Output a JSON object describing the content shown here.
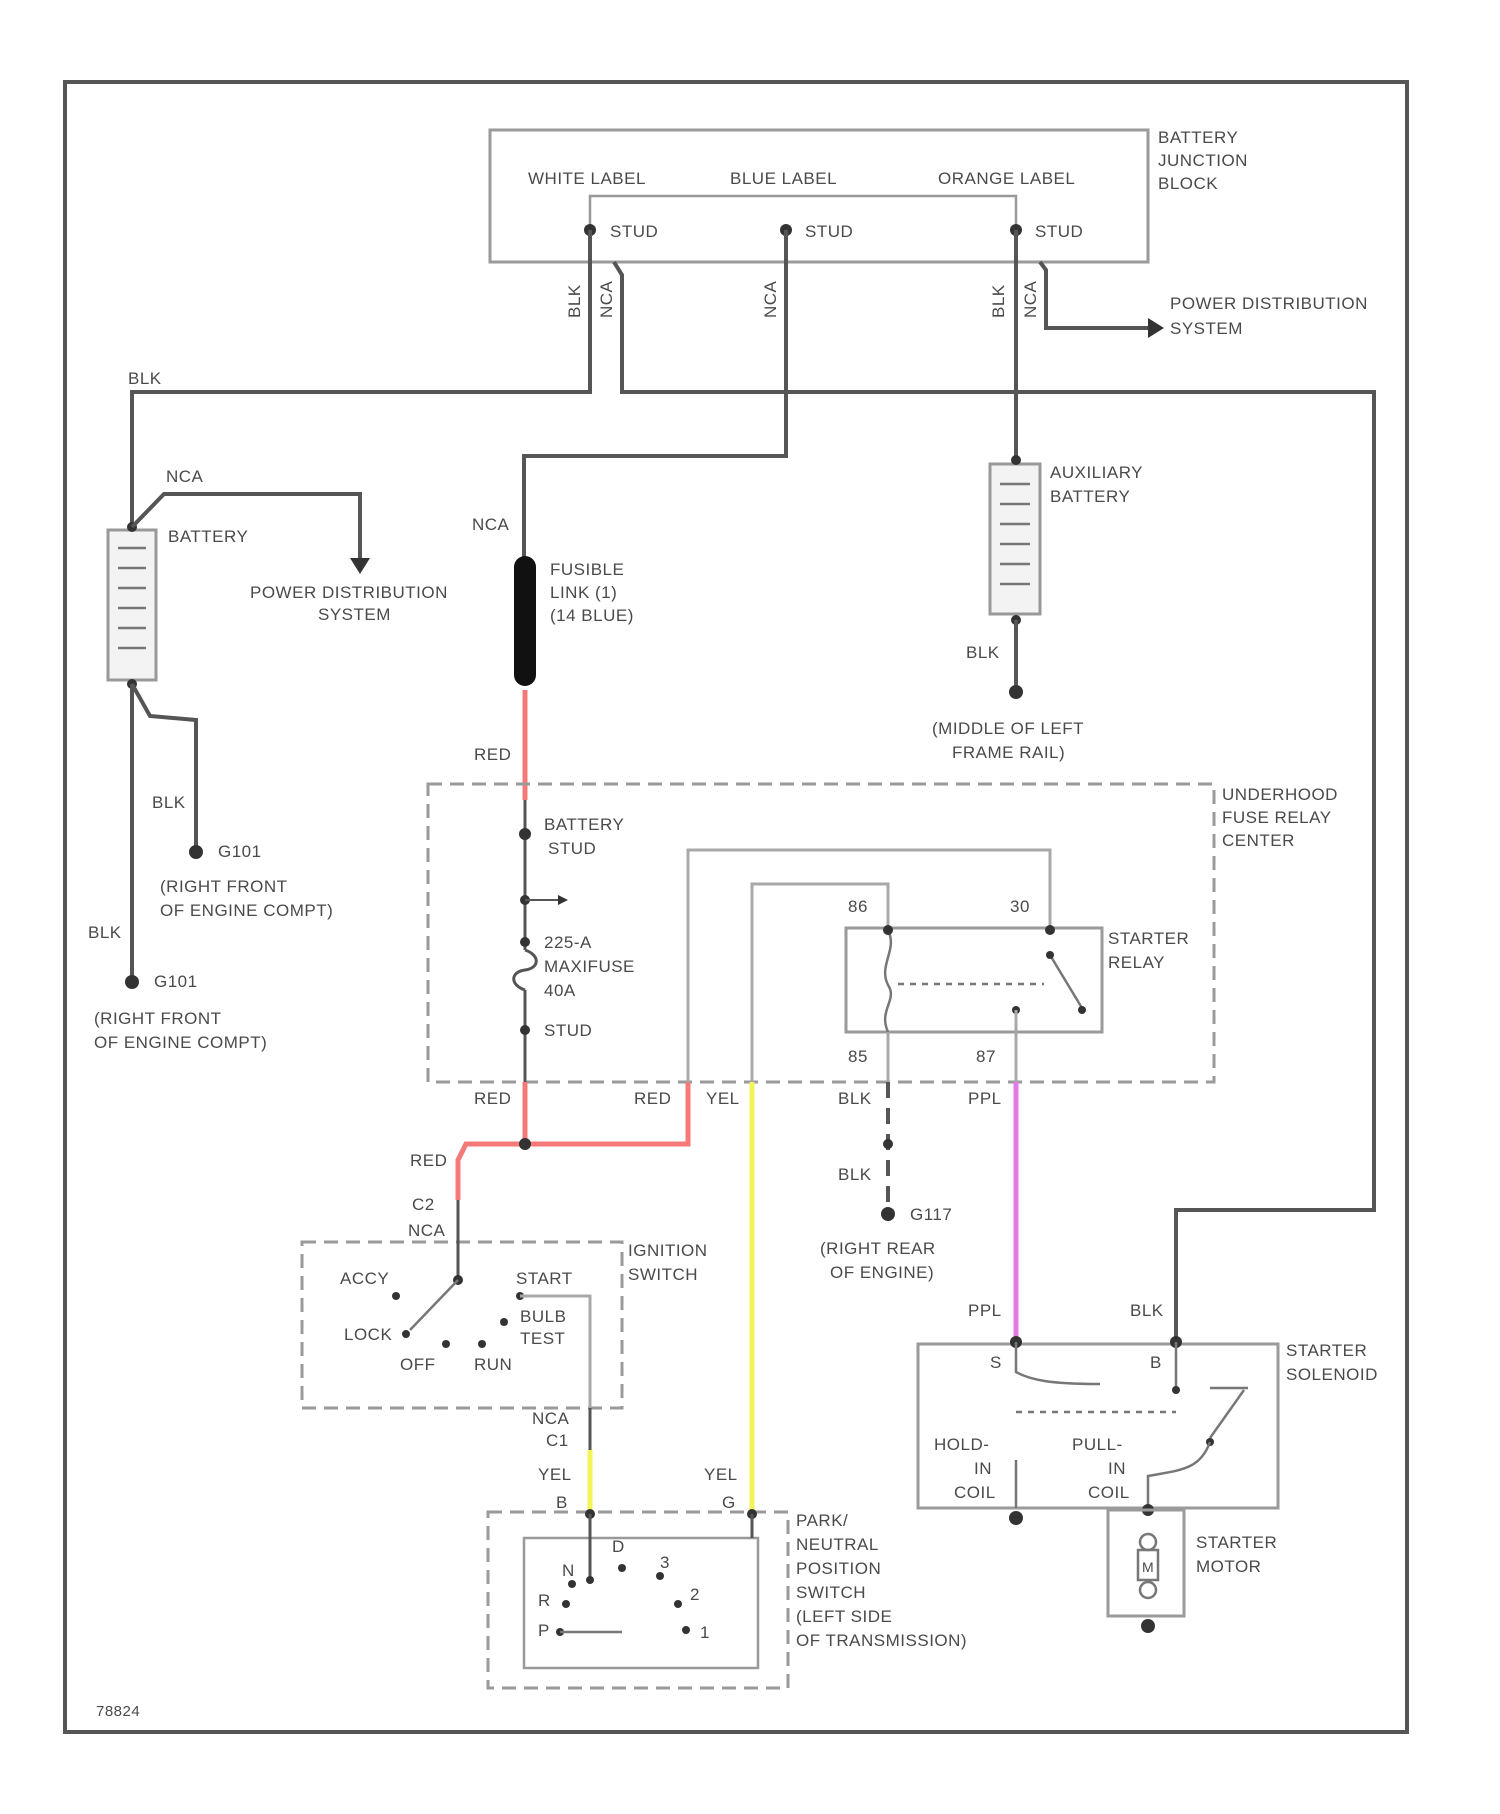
{
  "battery_junction_block": {
    "title": [
      "BATTERY",
      "JUNCTION",
      "BLOCK"
    ],
    "white_label": "WHITE LABEL",
    "blue_label": "BLUE LABEL",
    "orange_label": "ORANGE LABEL",
    "stud": "STUD"
  },
  "power_distribution_top": [
    "POWER DISTRIBUTION",
    "SYSTEM"
  ],
  "wires": {
    "blk": "BLK",
    "nca": "NCA",
    "red": "RED",
    "yel": "YEL",
    "ppl": "PPL"
  },
  "battery": {
    "label": "BATTERY",
    "power_distribution": [
      "POWER DISTRIBUTION",
      "SYSTEM"
    ]
  },
  "fusible_link": [
    "FUSIBLE",
    "LINK (1)",
    "(14 BLUE)"
  ],
  "auxiliary_battery": [
    "AUXILIARY",
    "BATTERY"
  ],
  "ground_left_frame": [
    "(MIDDLE OF LEFT",
    "FRAME RAIL)"
  ],
  "ground_g101": {
    "id": "G101",
    "location": [
      "(RIGHT FRONT",
      "OF ENGINE COMPT)"
    ]
  },
  "ground_g101b": {
    "id": "G101",
    "location": [
      "(RIGHT FRONT",
      "OF ENGINE COMPT)"
    ]
  },
  "underhood_fuse_relay_center": [
    "UNDERHOOD",
    "FUSE RELAY",
    "CENTER"
  ],
  "battery_stud": [
    "BATTERY",
    "STUD"
  ],
  "maxifuse": [
    "225-A",
    "MAXIFUSE",
    "40A"
  ],
  "stud": "STUD",
  "starter_relay": {
    "title": [
      "STARTER",
      "RELAY"
    ],
    "pin_86": "86",
    "pin_30": "30",
    "pin_85": "85",
    "pin_87": "87"
  },
  "ground_g117": {
    "id": "G117",
    "location": [
      "(RIGHT REAR",
      "OF ENGINE)"
    ]
  },
  "ignition_switch": {
    "title": [
      "IGNITION",
      "SWITCH"
    ],
    "pin_c2": "C2",
    "accy": "ACCY",
    "lock": "LOCK",
    "off": "OFF",
    "run": "RUN",
    "start": "START",
    "bulb_test": [
      "BULB",
      "TEST"
    ],
    "pin_c1": "C1"
  },
  "pnp_switch": {
    "title": [
      "PARK/",
      "NEUTRAL",
      "POSITION",
      "SWITCH",
      "(LEFT SIDE",
      "OF TRANSMISSION)"
    ],
    "pin_b": "B",
    "pin_g": "G",
    "positions": [
      "D",
      "N",
      "3",
      "R",
      "2",
      "P",
      "1"
    ]
  },
  "starter_solenoid": {
    "title": [
      "STARTER",
      "SOLENOID"
    ],
    "pin_s": "S",
    "pin_b": "B",
    "hold_in": [
      "HOLD-",
      "IN",
      "COIL"
    ],
    "pull_in": [
      "PULL-",
      "IN",
      "COIL"
    ]
  },
  "starter_motor": {
    "title": [
      "STARTER",
      "MOTOR"
    ],
    "symbol": "M"
  },
  "page_code": "78824"
}
